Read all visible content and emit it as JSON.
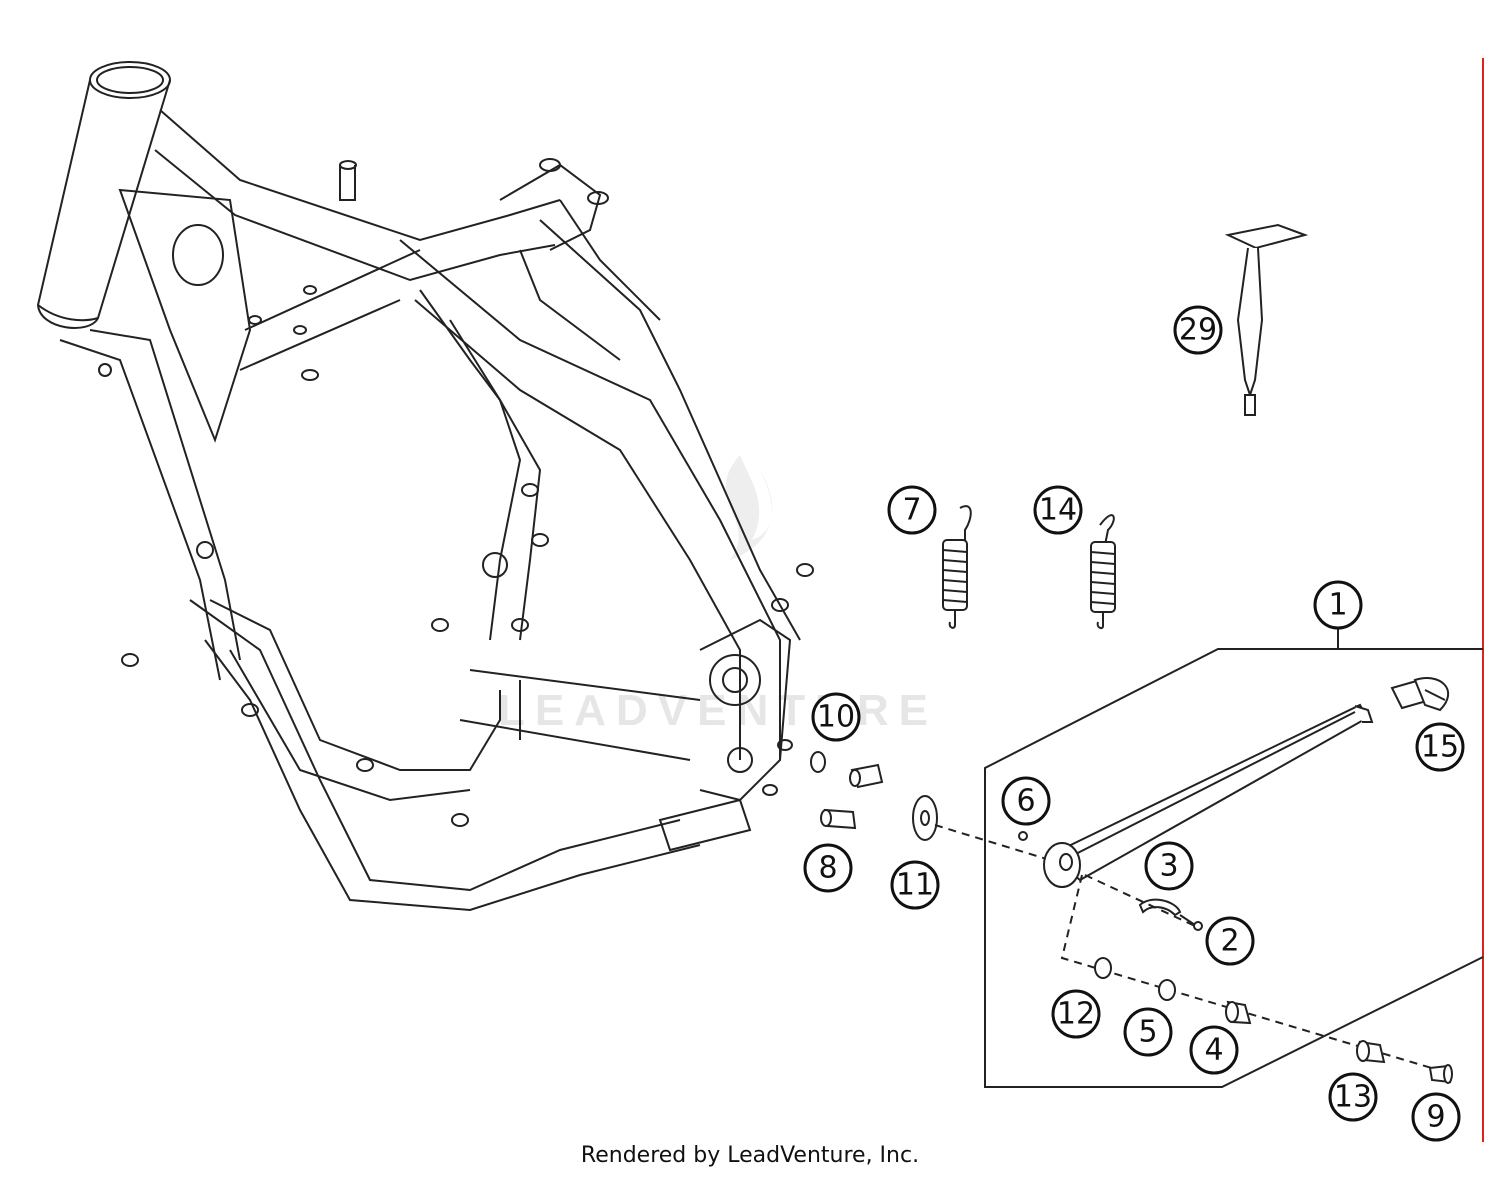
{
  "watermark": {
    "text": "LEADVENTURE"
  },
  "callouts": [
    {
      "id": "1",
      "label": "1"
    },
    {
      "id": "2",
      "label": "2"
    },
    {
      "id": "3",
      "label": "3"
    },
    {
      "id": "4",
      "label": "4"
    },
    {
      "id": "5",
      "label": "5"
    },
    {
      "id": "6",
      "label": "6"
    },
    {
      "id": "7",
      "label": "7"
    },
    {
      "id": "8",
      "label": "8"
    },
    {
      "id": "9",
      "label": "9"
    },
    {
      "id": "10",
      "label": "10"
    },
    {
      "id": "11",
      "label": "11"
    },
    {
      "id": "12",
      "label": "12"
    },
    {
      "id": "13",
      "label": "13"
    },
    {
      "id": "14",
      "label": "14"
    },
    {
      "id": "15",
      "label": "15"
    },
    {
      "id": "29",
      "label": "29"
    }
  ],
  "caption": "Rendered by LeadVenture, Inc.",
  "colors": {
    "line": "#222222",
    "border_red": "#e02020",
    "watermark": "#e6e6e6"
  }
}
